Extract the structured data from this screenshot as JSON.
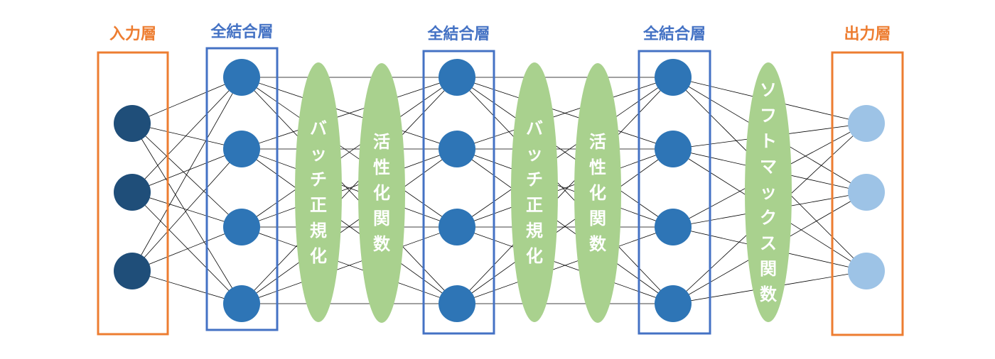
{
  "colors": {
    "input_node": "#1f4e79",
    "hidden_node": "#2e75b6",
    "output_node": "#9dc3e6",
    "input_output_frame": "#ed7d31",
    "hidden_frame": "#4472c4",
    "op_ellipse": "#a9d18e",
    "edge": "#000000"
  },
  "layers": [
    {
      "title": "入力層",
      "kind": "input",
      "nodes": 3
    },
    {
      "title": "全結合層",
      "kind": "hidden",
      "nodes": 4
    },
    {
      "title": "全結合層",
      "kind": "hidden",
      "nodes": 4
    },
    {
      "title": "全結合層",
      "kind": "hidden",
      "nodes": 4
    },
    {
      "title": "出力層",
      "kind": "output",
      "nodes": 3
    }
  ],
  "operations": [
    {
      "label": "バッチ正規化"
    },
    {
      "label": "活性化関数"
    },
    {
      "label": "バッチ正規化"
    },
    {
      "label": "活性化関数"
    },
    {
      "label": "ソフトマックス関数"
    }
  ]
}
